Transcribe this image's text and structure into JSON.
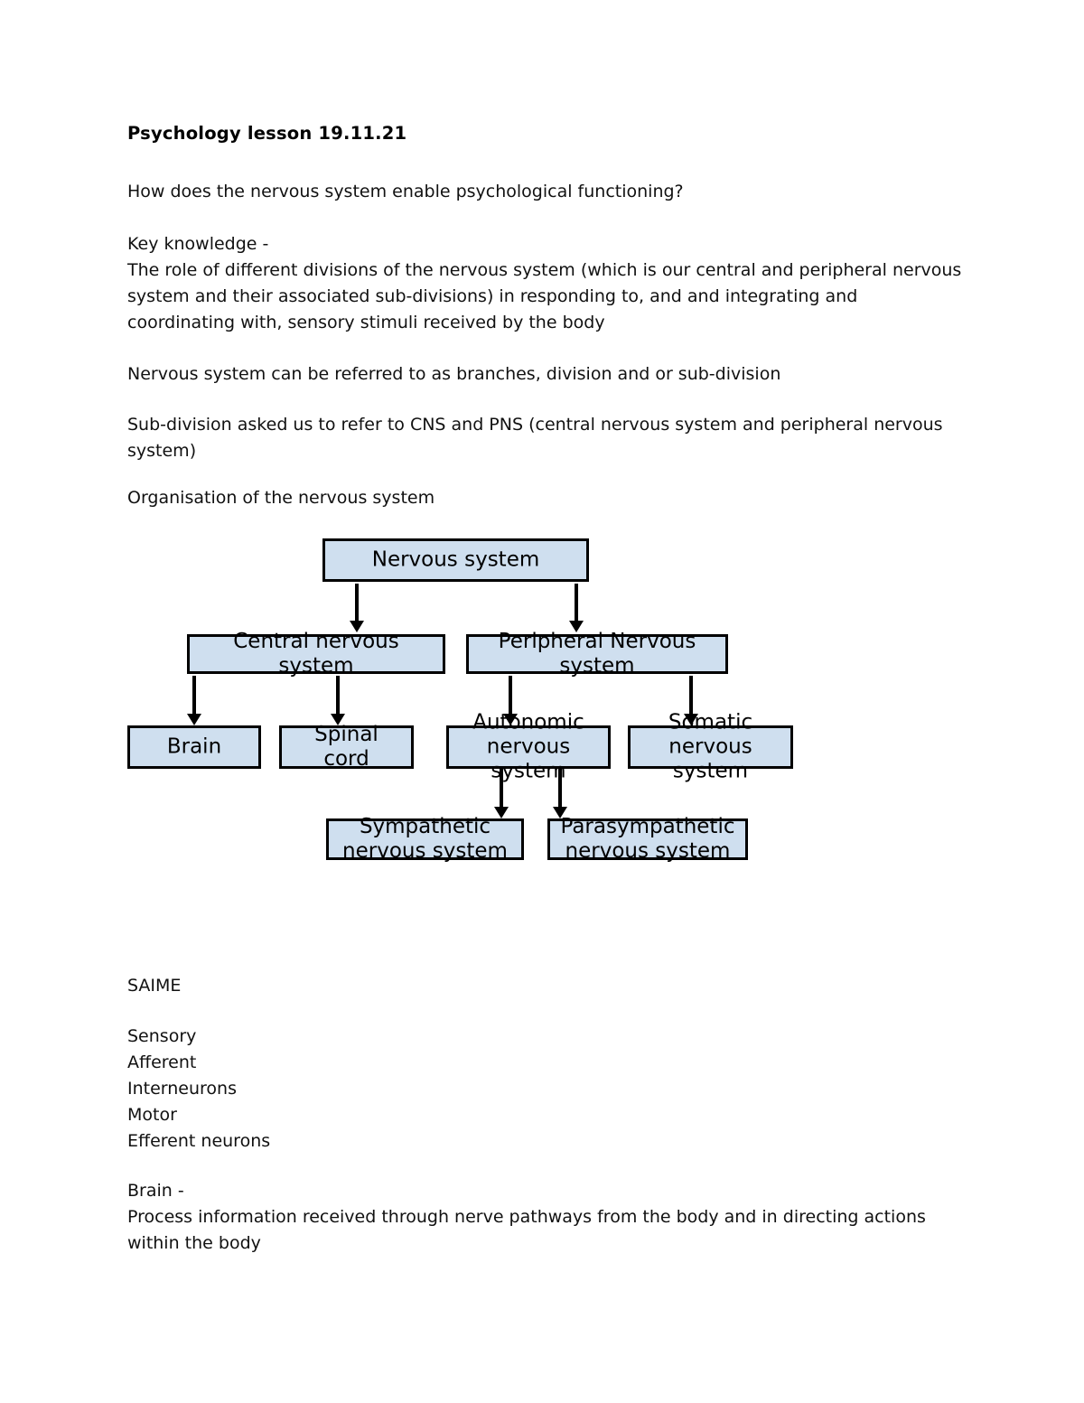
{
  "document": {
    "title": "Psychology lesson 19.11.21",
    "paragraphs": [
      {
        "id": "question",
        "lines": [
          "How does the nervous system enable psychological functioning?"
        ]
      },
      {
        "id": "key-knowledge",
        "lines": [
          "Key knowledge -",
          "The role of different divisions of the nervous system (which is our central and peripheral nervous",
          "system and their associated sub-divisions) in responding to, and and integrating and",
          "coordinating with, sensory stimuli received by the body"
        ]
      },
      {
        "id": "branches",
        "lines": [
          "Nervous system can be referred to as branches, division and or sub-division"
        ]
      },
      {
        "id": "sub-division",
        "lines": [
          "Sub-division asked us to refer to CNS and PNS (central nervous system and peripheral nervous",
          "system)"
        ]
      },
      {
        "id": "organisation-heading",
        "lines": [
          "Organisation of the nervous system"
        ]
      },
      {
        "id": "saime-heading",
        "lines": [
          "SAIME"
        ]
      },
      {
        "id": "saime-list",
        "lines": [
          "Sensory",
          "Afferent",
          "Interneurons",
          "Motor",
          "Efferent neurons"
        ]
      },
      {
        "id": "brain-note",
        "lines": [
          "Brain -",
          "Process information received through nerve pathways from the body and in directing actions",
          "within the body"
        ]
      }
    ]
  },
  "diagram": {
    "title": "Organisation of the nervous system",
    "box_fill": "#cfdfef",
    "box_border": "#000000",
    "nodes": [
      {
        "id": "nervous-system",
        "label": "Nervous system"
      },
      {
        "id": "central-nervous-system",
        "label": "Central nervous\nsystem"
      },
      {
        "id": "peripheral-nervous-system",
        "label": "Peripheral Nervous\nsystem"
      },
      {
        "id": "brain",
        "label": "Brain"
      },
      {
        "id": "spinal-cord",
        "label": "Spinal\ncord"
      },
      {
        "id": "autonomic-nervous-system",
        "label": "Autonomic\nnervous\nsystem"
      },
      {
        "id": "somatic-nervous-system",
        "label": "Somatic\nnervous\nsystem"
      },
      {
        "id": "sympathetic-nervous-system",
        "label": "Sympathetic\nnervous system"
      },
      {
        "id": "parasympathetic-nervous-system",
        "label": "Parasympathetic\nnervous system"
      }
    ],
    "edges": [
      {
        "from": "nervous-system",
        "to": "central-nervous-system"
      },
      {
        "from": "nervous-system",
        "to": "peripheral-nervous-system"
      },
      {
        "from": "central-nervous-system",
        "to": "brain"
      },
      {
        "from": "central-nervous-system",
        "to": "spinal-cord"
      },
      {
        "from": "peripheral-nervous-system",
        "to": "autonomic-nervous-system"
      },
      {
        "from": "peripheral-nervous-system",
        "to": "somatic-nervous-system"
      },
      {
        "from": "autonomic-nervous-system",
        "to": "sympathetic-nervous-system"
      },
      {
        "from": "autonomic-nervous-system",
        "to": "parasympathetic-nervous-system"
      }
    ]
  }
}
